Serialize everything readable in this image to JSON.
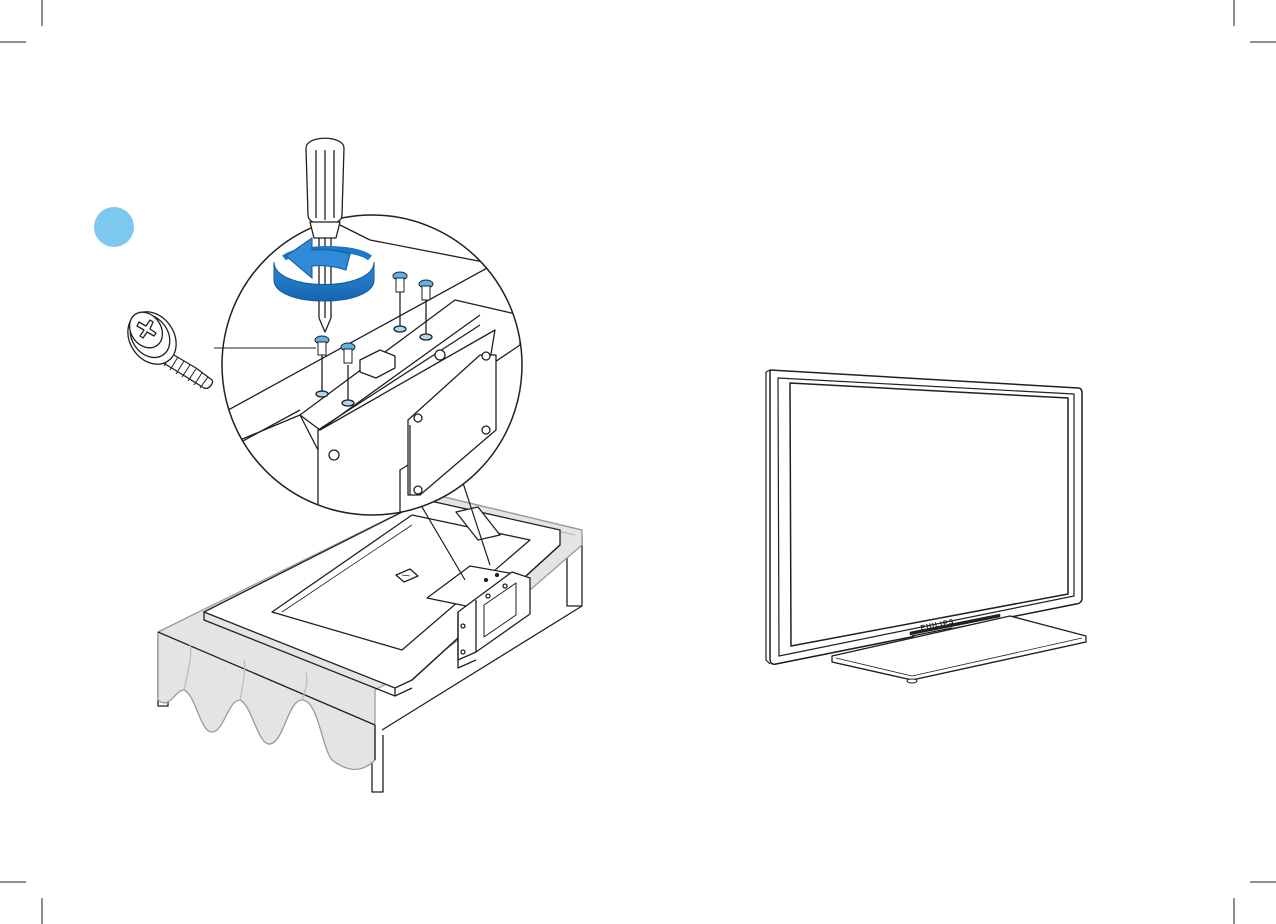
{
  "page": {
    "background": "#ffffff"
  },
  "colors": {
    "line": "#231f20",
    "accent_blue": "#1e77c8",
    "accent_blue_dark": "#0f5a9e",
    "step_marker": "#7cc8ef",
    "hole_fill": "#a9d9f3",
    "cloth_fill": "#e5e5e5",
    "cloth_fold": "#c9c9c9"
  },
  "left_panel": {
    "step_marker": {
      "icon": "step-circle-icon",
      "color": "#7cc8ef"
    },
    "screws_in_zoom": 4,
    "parts": [
      "screwdriver-icon",
      "rotation-arrow-icon",
      "screw-detail-icon",
      "stand-bracket",
      "tv-face-down",
      "cloth-covered-table"
    ]
  },
  "right_panel": {
    "tv": {
      "brand_label": "PHILIPS",
      "icon": "tv-front-icon"
    }
  }
}
